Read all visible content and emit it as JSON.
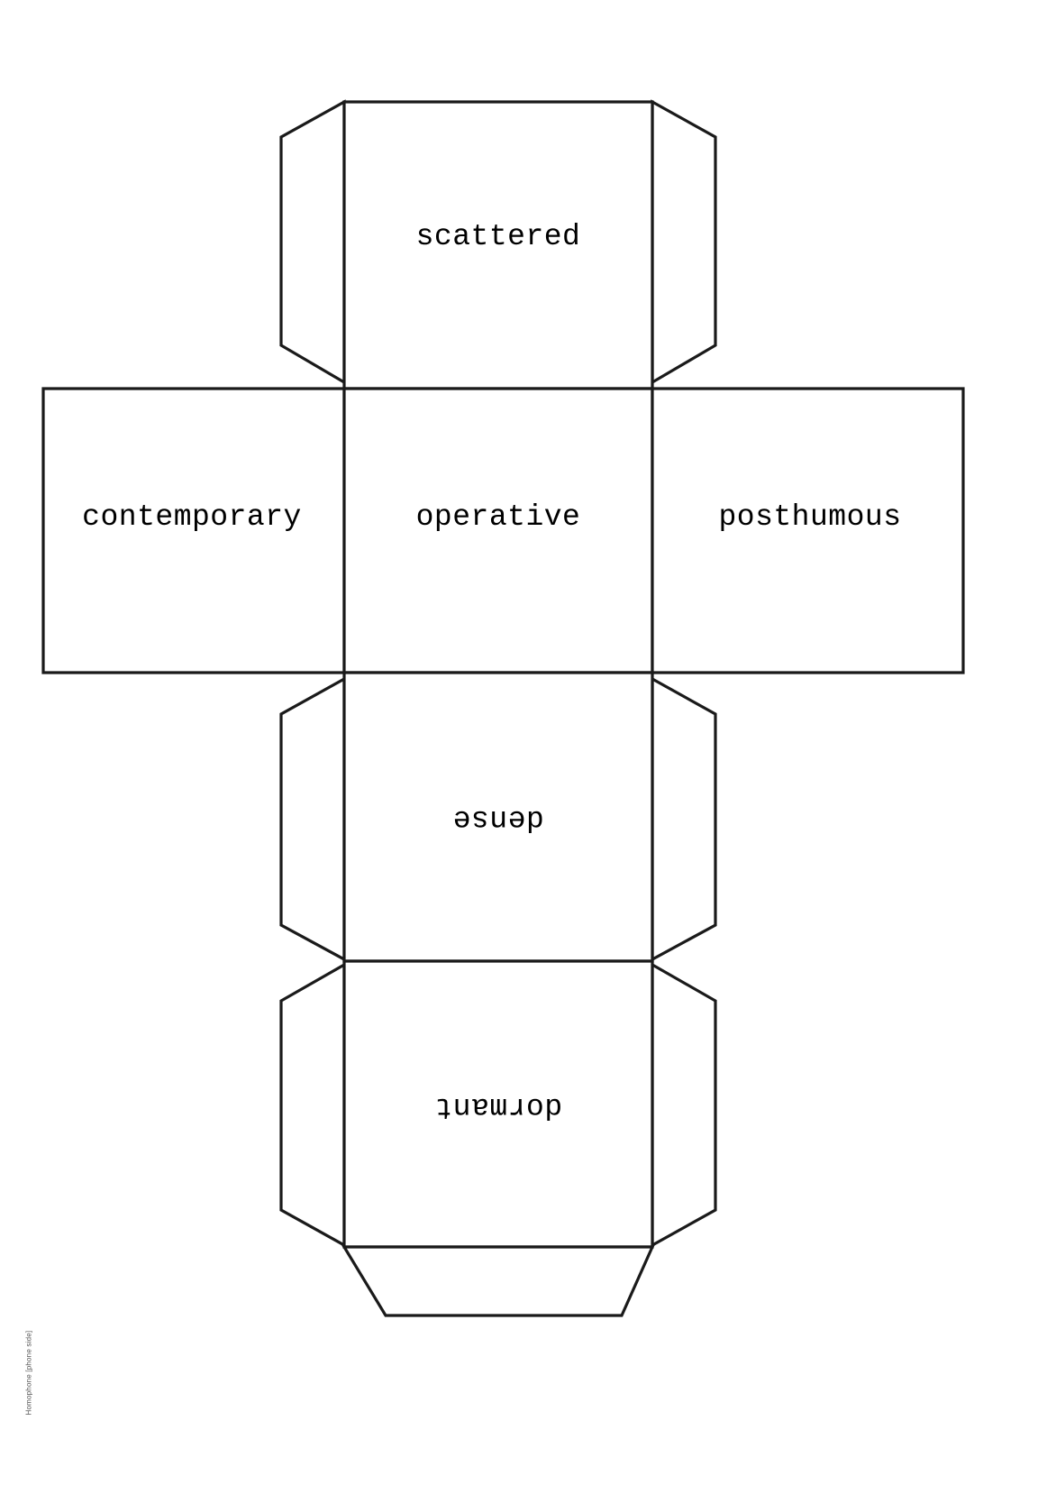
{
  "document": {
    "kind": "cube-net-template",
    "background_color": "#ffffff",
    "line_color": "#1a1a1a",
    "text_color": "#000000",
    "corner_note": "Homophone [phone side]"
  },
  "net": {
    "faces": [
      {
        "id": "top",
        "position": "top",
        "label": "scattered",
        "orientation": "upright"
      },
      {
        "id": "left",
        "position": "middle-left",
        "label": "contemporary",
        "orientation": "upright"
      },
      {
        "id": "center",
        "position": "middle-center",
        "label": "operative",
        "orientation": "upright"
      },
      {
        "id": "right",
        "position": "middle-right",
        "label": "posthumous",
        "orientation": "upright"
      },
      {
        "id": "bottom1",
        "position": "below-center",
        "label": "dense",
        "orientation": "rotated-180"
      },
      {
        "id": "bottom2",
        "position": "below-center-2",
        "label": "dormant",
        "orientation": "rotated-180"
      }
    ],
    "glue_flaps": [
      {
        "id": "top-left-flap",
        "shape": "chamfered-rectangle"
      },
      {
        "id": "top-right-flap",
        "shape": "chamfered-rectangle"
      },
      {
        "id": "bottom1-left-flap",
        "shape": "chamfered-rectangle"
      },
      {
        "id": "bottom1-right-flap",
        "shape": "chamfered-rectangle"
      },
      {
        "id": "bottom2-left-flap",
        "shape": "chamfered-rectangle"
      },
      {
        "id": "bottom2-right-flap",
        "shape": "chamfered-rectangle"
      },
      {
        "id": "bottom-tab",
        "shape": "trapezoid"
      }
    ]
  }
}
